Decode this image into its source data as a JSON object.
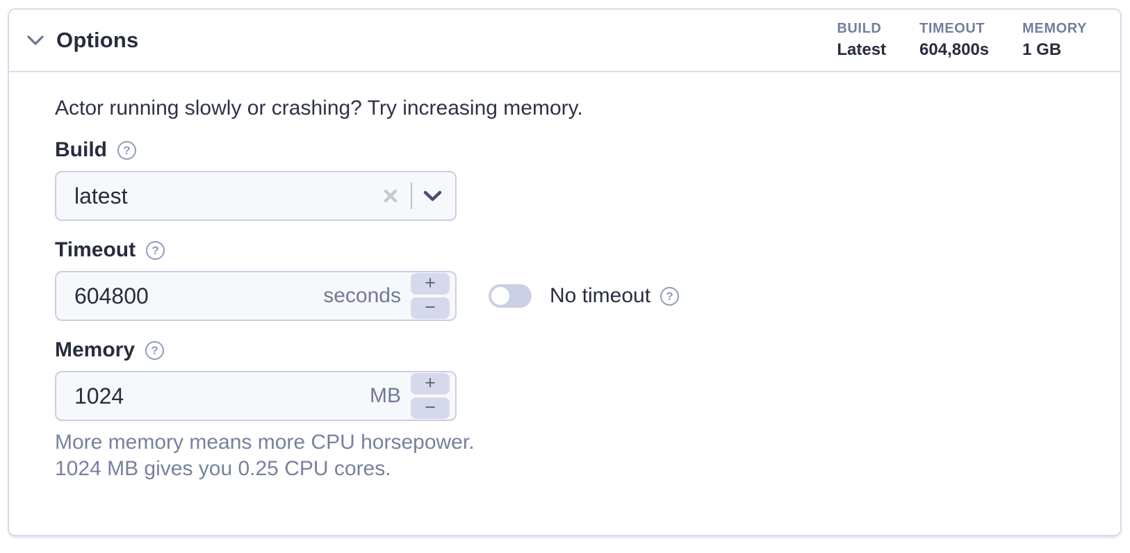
{
  "header": {
    "title": "Options",
    "summary": [
      {
        "label": "BUILD",
        "value": "Latest"
      },
      {
        "label": "TIMEOUT",
        "value": "604,800s"
      },
      {
        "label": "MEMORY",
        "value": "1 GB"
      }
    ]
  },
  "body": {
    "intro": "Actor running slowly or crashing? Try increasing memory.",
    "build": {
      "label": "Build",
      "value": "latest"
    },
    "timeout": {
      "label": "Timeout",
      "value": "604800",
      "unit": "seconds",
      "toggle_label": "No timeout",
      "toggle_state": "off"
    },
    "memory": {
      "label": "Memory",
      "value": "1024",
      "unit": "MB",
      "help_line1": "More memory means more CPU horsepower.",
      "help_line2": "1024 MB gives you 0.25 CPU cores."
    }
  },
  "icons": {
    "help_glyph": "?",
    "increment_glyph": "+",
    "decrement_glyph": "−"
  },
  "colors": {
    "card_border": "#d5d9ea",
    "text_dark": "#272d3d",
    "text_muted": "#737f9b",
    "help_text": "#76819e",
    "input_bg": "#f7f8fc",
    "input_border": "#c9cee3",
    "stepper_bg": "#d6d9eb",
    "toggle_track": "#cbd0e4"
  }
}
